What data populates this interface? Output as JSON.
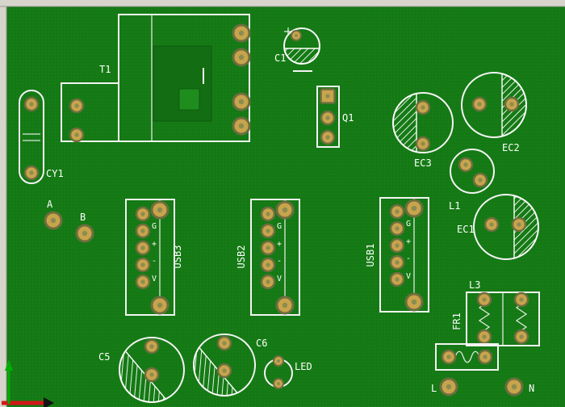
{
  "window": {
    "chrome_color": "#d7d4cb",
    "board_color": "#157a15",
    "silkscreen_color": "#ffffff",
    "pad_color": "#c8a44c",
    "pad_ring_color": "#6e6e3e"
  },
  "origin": {
    "x_axis_color": "#d01818",
    "y_axis_color": "#00ae00"
  },
  "designators": {
    "t1": "T1",
    "c1": "C1",
    "q1": "Q1",
    "cy1": "CY1",
    "a": "A",
    "b": "B",
    "usb3": "USB3",
    "usb2": "USB2",
    "usb1": "USB1",
    "ec3": "EC3",
    "ec2": "EC2",
    "ec1": "EC1",
    "l1": "L1",
    "l3": "L3",
    "fr1": "FR1",
    "c5": "C5",
    "c6": "C6",
    "led": "LED",
    "l": "L",
    "n": "N"
  },
  "usb_pins": {
    "g": "G",
    "plus": "+",
    "minus": "-",
    "v": "V"
  }
}
